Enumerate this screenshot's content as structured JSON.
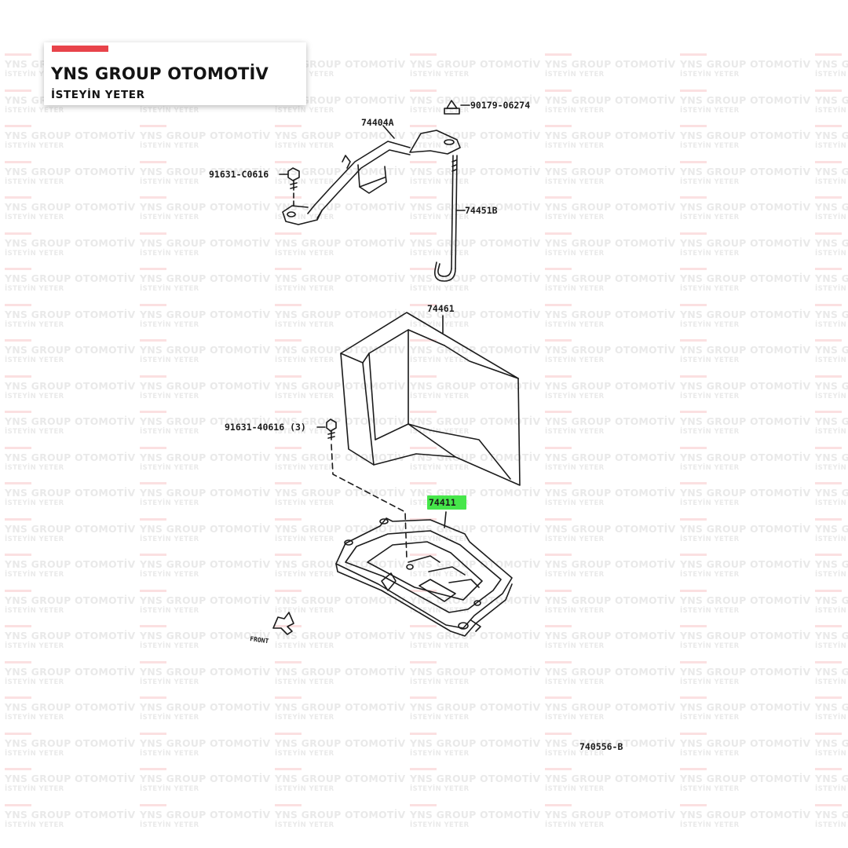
{
  "watermark": {
    "brand": "YNS GROUP OTOMOTİV",
    "slogan": "İSTEYİN YETER"
  },
  "logo": {
    "brand": "YNS GROUP OTOMOTİV",
    "slogan": "İSTEYİN YETER",
    "accent_color": "#e8434a"
  },
  "diagram": {
    "part_labels": {
      "top_bracket": "74404A",
      "top_nut": "90179-06274",
      "bracket_bolt": "91631-C0616",
      "hook_rod": "74451B",
      "battery_cover": "74461",
      "tray_bolts": "91631-40616 (3)",
      "battery_tray": "74411"
    },
    "highlighted_part": "74411",
    "highlight_color": "#46e64a",
    "front_arrow_label": "FRONT",
    "diagram_code": "740556-B"
  }
}
